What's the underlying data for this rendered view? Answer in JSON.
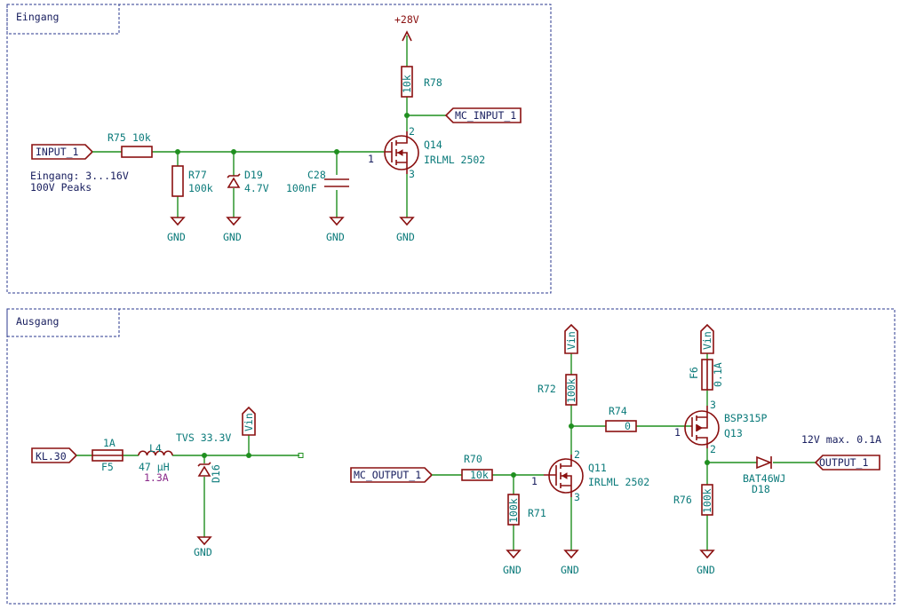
{
  "sections": {
    "input": "Eingang",
    "output": "Ausgang"
  },
  "power": {
    "v28": "+28V",
    "vin": "Vin",
    "gnd": "GND"
  },
  "labels": {
    "input_1": "INPUT_1",
    "mc_input_1": "MC_INPUT_1",
    "mc_output_1": "MC_OUTPUT_1",
    "output_1": "OUTPUT_1",
    "kl30": "KL.30"
  },
  "notes": {
    "input_range": "Eingang: 3...16V",
    "input_peaks": "100V Peaks",
    "output_rating": "12V max. 0.1A"
  },
  "components": {
    "r75": {
      "ref": "R75",
      "value": "10k"
    },
    "r77": {
      "ref": "R77",
      "value": "100k"
    },
    "d19": {
      "ref": "D19",
      "value": "4.7V"
    },
    "c28": {
      "ref": "C28",
      "value": "100nF"
    },
    "r78": {
      "ref": "R78",
      "value": "10k"
    },
    "q14": {
      "ref": "Q14",
      "value": "IRLML 2502"
    },
    "f5": {
      "ref": "F5",
      "value": "1A"
    },
    "l4": {
      "ref": "L4",
      "value": "47 µH",
      "rating": "1.3A"
    },
    "d16": {
      "ref": "D16",
      "value": "TVS 33.3V"
    },
    "r70": {
      "ref": "R70",
      "value": "10k"
    },
    "r71": {
      "ref": "R71",
      "value": "100k"
    },
    "q11": {
      "ref": "Q11",
      "value": "IRLML 2502"
    },
    "r72": {
      "ref": "R72",
      "value": "100k"
    },
    "r74": {
      "ref": "R74",
      "value": "0"
    },
    "q13": {
      "ref": "Q13",
      "value": "BSP315P"
    },
    "f6": {
      "ref": "F6",
      "value": "0.1A"
    },
    "r76": {
      "ref": "R76",
      "value": "100k"
    },
    "d18": {
      "ref": "D18",
      "value": "BAT46WJ"
    }
  },
  "pins": {
    "g": "1",
    "d": "2",
    "s": "3"
  }
}
